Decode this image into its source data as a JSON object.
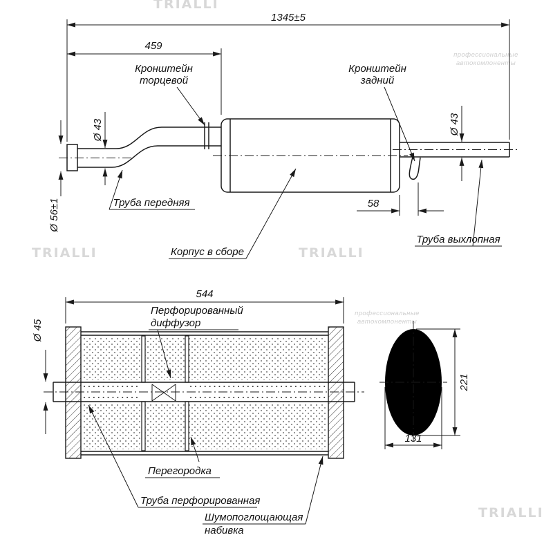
{
  "brand": {
    "logo": "TRIALLI",
    "tagline_line1": "профессиональные",
    "tagline_line2": "автокомпоненты"
  },
  "top_view": {
    "dim_overall": "1345±5",
    "dim_front": "459",
    "dim_bracket": "58",
    "dim_pipe_left": "Ø 43",
    "dim_pipe_right": "Ø 43",
    "dim_inlet": "Ø 56±1",
    "label_bracket_end_line1": "Кронштейн",
    "label_bracket_end_line2": "торцевой",
    "label_bracket_rear_line1": "Кронштейн",
    "label_bracket_rear_line2": "задний",
    "label_front_pipe": "Труба передняя",
    "label_body": "Корпус в сборе",
    "label_exhaust_pipe": "Труба выхлопная"
  },
  "section_view": {
    "dim_length": "544",
    "dim_tube": "Ø 45",
    "dim_height": "221",
    "dim_width": "131",
    "label_diffuser_line1": "Перфорированный",
    "label_diffuser_line2": "диффузор",
    "label_partition": "Перегородка",
    "label_perforated_pipe": "Труба перфорированная",
    "label_padding_line1": "Шумопоглощающая",
    "label_padding_line2": "набивка"
  }
}
